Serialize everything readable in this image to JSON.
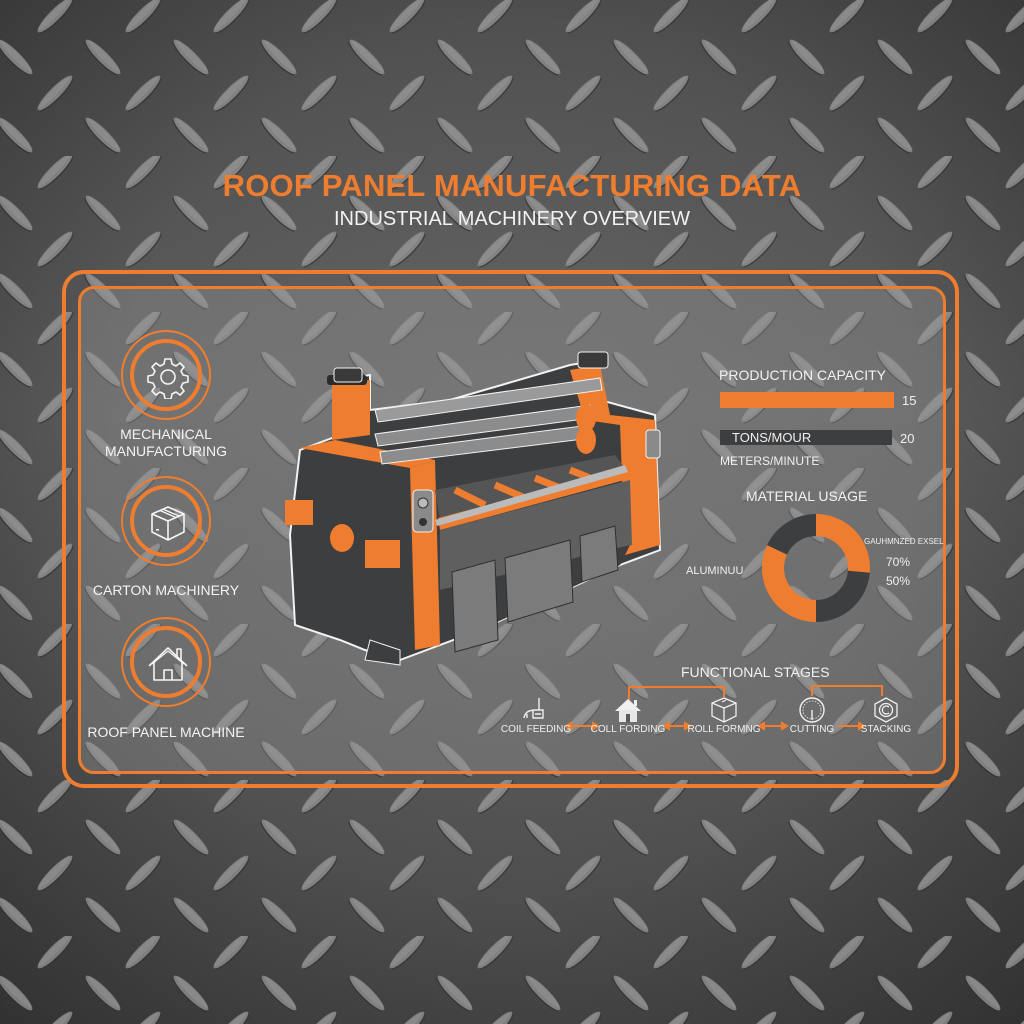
{
  "header": {
    "title": "ROOF PANEL MANUFACTURING DATA",
    "subtitle": "INDUSTRIAL MACHINERY OVERVIEW"
  },
  "colors": {
    "accent": "#ef7d2f",
    "dark": "#3d3e40",
    "text": "#f2f2f2",
    "background": "#5a5a5a"
  },
  "categories": [
    {
      "label_line1": "MECHANICAL",
      "label_line2": "MANUFACTURING",
      "icon": "gear-icon"
    },
    {
      "label_line1": "CARTON MACHINERY",
      "label_line2": "",
      "icon": "box-icon"
    },
    {
      "label_line1": "ROOF PANEL MACHINE",
      "label_line2": "",
      "icon": "house-icon"
    }
  ],
  "machine": {
    "icon": "roll-forming-machine-illustration"
  },
  "production_capacity": {
    "title": "PRODUCTION CAPACITY",
    "bars": [
      {
        "label": "",
        "value": "15"
      },
      {
        "label": "TONS/MOUR",
        "value": "20"
      }
    ],
    "units_label": "METERS/MINUTE"
  },
  "material_usage": {
    "title": "MATERIAL USAGE",
    "left_label": "ALUMINUU",
    "right_label": "GAUHMNZED EXSEL",
    "pct_1": "70%",
    "pct_2": "50%"
  },
  "functional_stages": {
    "title": "FUNCTIONAL STAGES",
    "stages": [
      {
        "label": "COIL FEEDING",
        "icon": "coil-feeder-icon"
      },
      {
        "label": "COLL FORDING",
        "icon": "house-icon"
      },
      {
        "label": "ROLL FORMNG",
        "icon": "box-icon"
      },
      {
        "label": "CUTTING",
        "icon": "gauge-icon"
      },
      {
        "label": "STACKING",
        "icon": "hex-nut-icon"
      }
    ]
  },
  "chart_data": [
    {
      "type": "bar",
      "title": "PRODUCTION CAPACITY",
      "categories": [
        "",
        "TONS/MOUR"
      ],
      "values": [
        15,
        20
      ],
      "xlabel": "",
      "ylabel": "METERS/MINUTE"
    },
    {
      "type": "pie",
      "title": "MATERIAL USAGE",
      "labels": [
        "GAUHMNZED EXSEL",
        "ALUMINUU"
      ],
      "values": [
        70,
        50
      ],
      "segments_clockwise_from_top": [
        {
          "color": "#ef7d2f",
          "start_deg": 0,
          "end_deg": 95
        },
        {
          "color": "#3d3e40",
          "start_deg": 95,
          "end_deg": 180
        },
        {
          "color": "#ef7d2f",
          "start_deg": 180,
          "end_deg": 295
        },
        {
          "color": "#3d3e40",
          "start_deg": 295,
          "end_deg": 360
        }
      ]
    }
  ]
}
